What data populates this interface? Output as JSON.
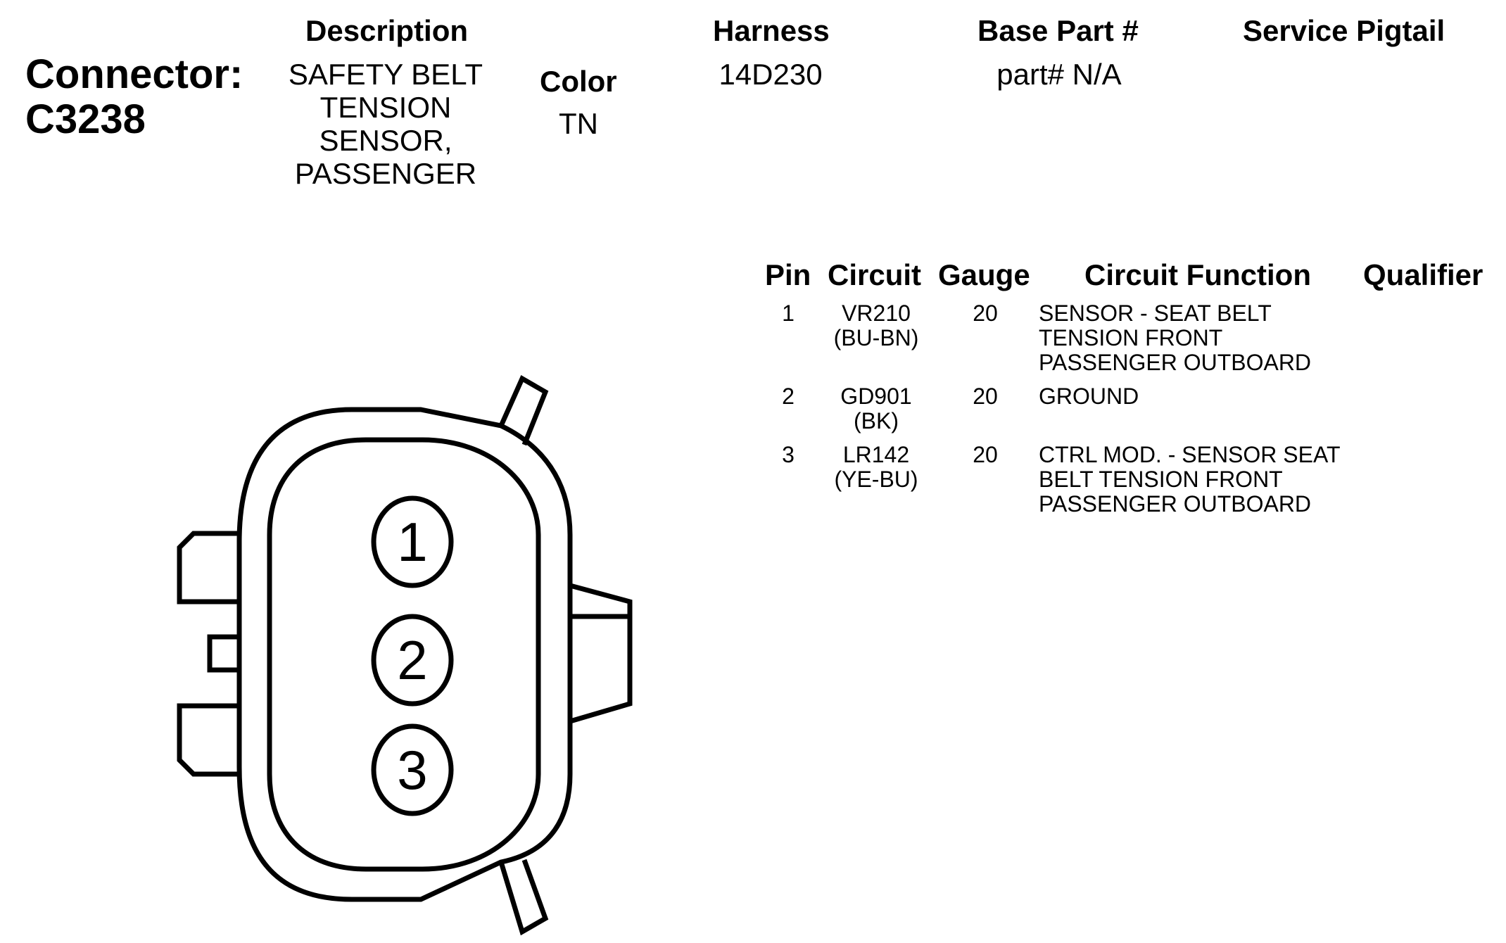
{
  "connector": {
    "label": "Connector:",
    "id": "C3238"
  },
  "description": {
    "header": "Description",
    "lines": [
      "SAFETY BELT",
      "TENSION",
      "SENSOR,",
      "PASSENGER"
    ]
  },
  "color": {
    "header": "Color",
    "value": "TN"
  },
  "harness": {
    "header": "Harness",
    "value": "14D230"
  },
  "base_part": {
    "header": "Base Part #",
    "value": "part# N/A"
  },
  "service_pigtail": {
    "header": "Service Pigtail",
    "value": ""
  },
  "pin_table": {
    "headers": {
      "pin": "Pin",
      "circuit": "Circuit",
      "gauge": "Gauge",
      "function": "Circuit Function",
      "qualifier": "Qualifier"
    },
    "rows": [
      {
        "pin": "1",
        "circuit": "VR210",
        "wire_color": "(BU-BN)",
        "gauge": "20",
        "function_lines": [
          "SENSOR - SEAT BELT",
          "TENSION FRONT",
          "PASSENGER OUTBOARD"
        ],
        "qualifier": ""
      },
      {
        "pin": "2",
        "circuit": "GD901",
        "wire_color": "(BK)",
        "gauge": "20",
        "function_lines": [
          "GROUND"
        ],
        "qualifier": ""
      },
      {
        "pin": "3",
        "circuit": "LR142",
        "wire_color": "(YE-BU)",
        "gauge": "20",
        "function_lines": [
          "CTRL MOD. - SENSOR SEAT",
          "BELT TENSION FRONT",
          "PASSENGER OUTBOARD"
        ],
        "qualifier": ""
      }
    ]
  },
  "diagram": {
    "pins": [
      "1",
      "2",
      "3"
    ]
  }
}
